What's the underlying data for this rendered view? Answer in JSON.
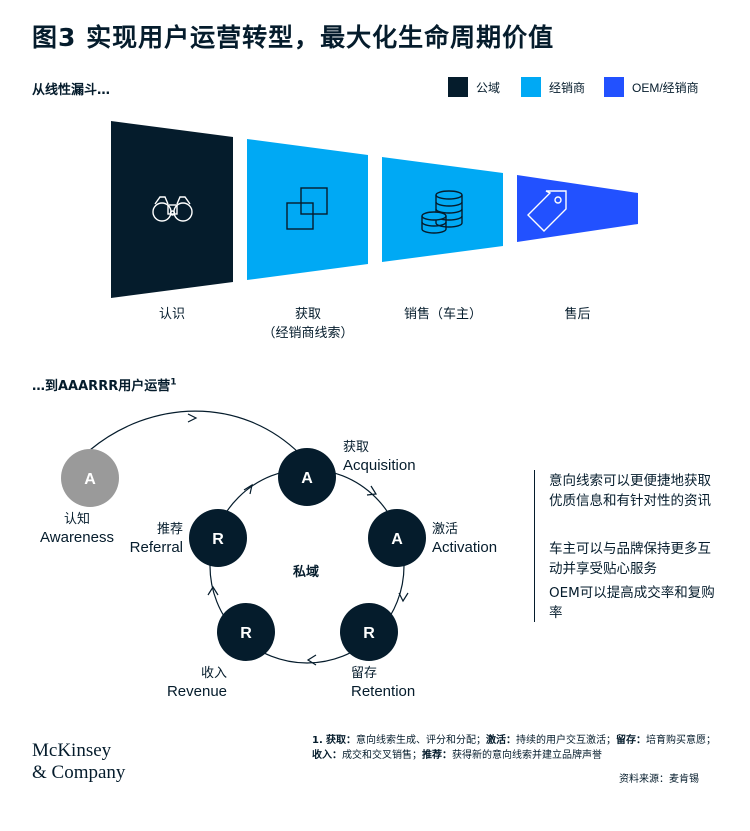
{
  "title": "图3 实现用户运营转型，最大化生命周期价值",
  "funnel": {
    "heading": "从线性漏斗…",
    "legend": [
      {
        "label": "公域",
        "color": "#051c2c"
      },
      {
        "label": "经销商",
        "color": "#00a9f4"
      },
      {
        "label": "OEM/经销商",
        "color": "#2251ff"
      }
    ],
    "stages": [
      {
        "label": "认识",
        "icon": "binoculars-icon",
        "color": "#051c2c"
      },
      {
        "label": "获取\n（经销商线索）",
        "icon": "overlapping-squares-icon",
        "color": "#00a9f4"
      },
      {
        "label": "销售（车主）",
        "icon": "coin-stack-icon",
        "color": "#00a9f4"
      },
      {
        "label": "售后",
        "icon": "price-tag-icon",
        "color": "#2251ff"
      }
    ]
  },
  "aaarrr": {
    "heading": "…到AAARRR用户运营",
    "heading_sup": "1",
    "center_label": "私域",
    "nodes": [
      {
        "letter": "A",
        "cn": "认知",
        "en": "Awareness"
      },
      {
        "letter": "A",
        "cn": "获取",
        "en": "Acquisition"
      },
      {
        "letter": "A",
        "cn": "激活",
        "en": "Activation"
      },
      {
        "letter": "R",
        "cn": "留存",
        "en": "Retention"
      },
      {
        "letter": "R",
        "cn": "收入",
        "en": "Revenue"
      },
      {
        "letter": "R",
        "cn": "推荐",
        "en": "Referral"
      }
    ],
    "colors": {
      "dark": "#051c2c",
      "gray": "#9a9a9a"
    }
  },
  "notes": [
    "意向线索可以更便捷地获取优质信息和有针对性的资讯",
    "车主可以与品牌保持更多互动并享受贴心服务",
    "OEM可以提高成交率和复购率"
  ],
  "footnote": {
    "number": "1.",
    "items": [
      {
        "term": "获取：",
        "desc": "意向线索生成、评分和分配；"
      },
      {
        "term": "激活：",
        "desc": "持续的用户交互激活；"
      },
      {
        "term": "留存：",
        "desc": "培育购买意愿；"
      },
      {
        "term": "收入：",
        "desc": "成交和交叉销售；"
      },
      {
        "term": "推荐：",
        "desc": "获得新的意向线索并建立品牌声誉"
      }
    ]
  },
  "source": "资料来源：麦肯锡",
  "logo": {
    "line1": "McKinsey",
    "line2": "& Company"
  }
}
